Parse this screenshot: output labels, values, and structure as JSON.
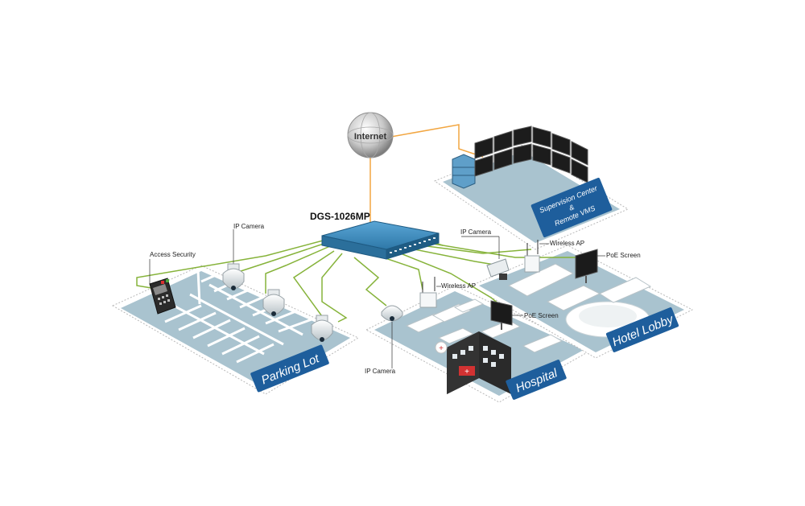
{
  "switch": {
    "model": "DGS-1026MP"
  },
  "internet": {
    "label": "Internet"
  },
  "supervision": {
    "line1": "Supervision Center",
    "line2": "&",
    "line3": "Remote VMS"
  },
  "zones": {
    "parking": "Parking Lot",
    "hospital": "Hospital",
    "hotel": "Hotel Lobby"
  },
  "devices": {
    "access_security": "Access Security",
    "ip_camera_parking": "IP Camera",
    "ip_camera_top": "IP Camera",
    "ip_camera_bottom": "IP Camera",
    "wireless_ap_left": "Wireless AP",
    "wireless_ap_right": "Wireless AP",
    "poe_screen_right": "PoE Screen",
    "poe_screen_mid": "PoE Screen"
  },
  "colors": {
    "cable_internet": "#f2a641",
    "cable_lan": "#86b33a",
    "floor": "#a9c3cf",
    "zone_banner": "#1e5e9c",
    "switch_body": "#3b86b7"
  }
}
